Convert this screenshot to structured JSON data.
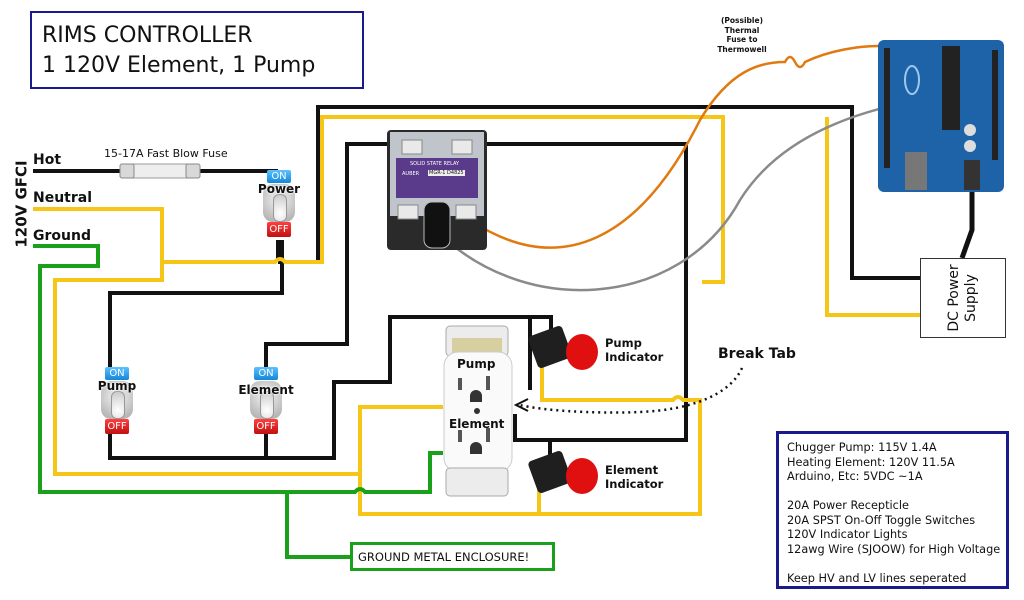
{
  "title": {
    "line1": "RIMS CONTROLLER",
    "line2": "1 120V Element, 1 Pump"
  },
  "mains": {
    "side_label": "120V GFCI",
    "hot": "Hot",
    "neutral": "Neutral",
    "ground": "Ground",
    "fuse_label": "15-17A Fast Blow Fuse"
  },
  "switches": [
    {
      "name": "Power",
      "on_label": "ON",
      "off_label": "OFF"
    },
    {
      "name": "Pump",
      "on_label": "ON",
      "off_label": "OFF"
    },
    {
      "name": "Element",
      "on_label": "ON",
      "off_label": "OFF"
    }
  ],
  "relay": {
    "label": "SOLID STATE RELAY",
    "brand": "AUBER",
    "model": "MGR-1 D4825"
  },
  "thermal_fuse_label": [
    "(Possible)",
    "Thermal",
    "Fuse to",
    "Thermowell"
  ],
  "psu": {
    "line1": "DC Power",
    "line2": "Supply"
  },
  "outlet": {
    "top_label": "Pump",
    "bottom_label": "Element"
  },
  "indicators": [
    {
      "line1": "Pump",
      "line2": "Indicator"
    },
    {
      "line1": "Element",
      "line2": "Indicator"
    }
  ],
  "break_tab_label": "Break Tab",
  "ground_note": "GROUND METAL ENCLOSURE!",
  "notes": [
    "Chugger Pump: 115V  1.4A",
    "Heating Element: 120V  11.5A",
    "Arduino, Etc: 5VDC  ~1A",
    "",
    "20A Power Recepticle",
    "20A SPST On-Off Toggle Switches",
    "120V Indicator Lights",
    "12awg Wire (SJOOW) for High Voltage",
    "",
    "Keep HV and LV lines seperated"
  ],
  "colors": {
    "hot_wire": "#111111",
    "neutral_wire": "#f5c518",
    "ground_wire": "#1aa01a",
    "signal_wire": "#e07a10",
    "sensor_wire": "#8a8a8a",
    "box_border": "#1a1a8c"
  }
}
